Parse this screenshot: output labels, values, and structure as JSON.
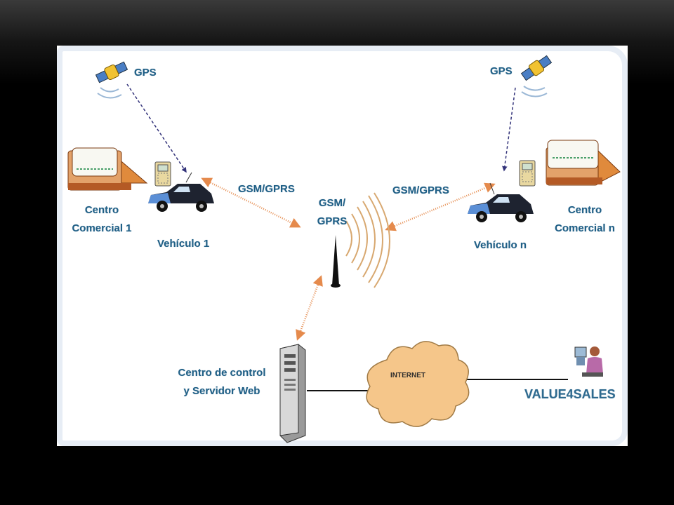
{
  "diagram": {
    "gps_left": "GPS",
    "gps_right": "GPS",
    "mall_left": [
      "Centro",
      "Comercial 1"
    ],
    "mall_right": [
      "Centro",
      "Comercial n"
    ],
    "vehicle_left": "Vehículo 1",
    "vehicle_right": "Vehículo n",
    "link_left": "GSM/GPRS",
    "link_right": "GSM/GPRS",
    "antenna": [
      "GSM/",
      "GPRS"
    ],
    "server": [
      "Centro de control",
      "y Servidor Web"
    ],
    "internet": "INTERNET",
    "client": "VALUE4SALES"
  },
  "colors": {
    "label": "#1f5f86",
    "orange_arrow": "#e58a4c",
    "gps_arrow": "#33337a",
    "car_body": "#5b8fd6",
    "cloud": "#f5c68a",
    "signal": "#d8a870"
  }
}
